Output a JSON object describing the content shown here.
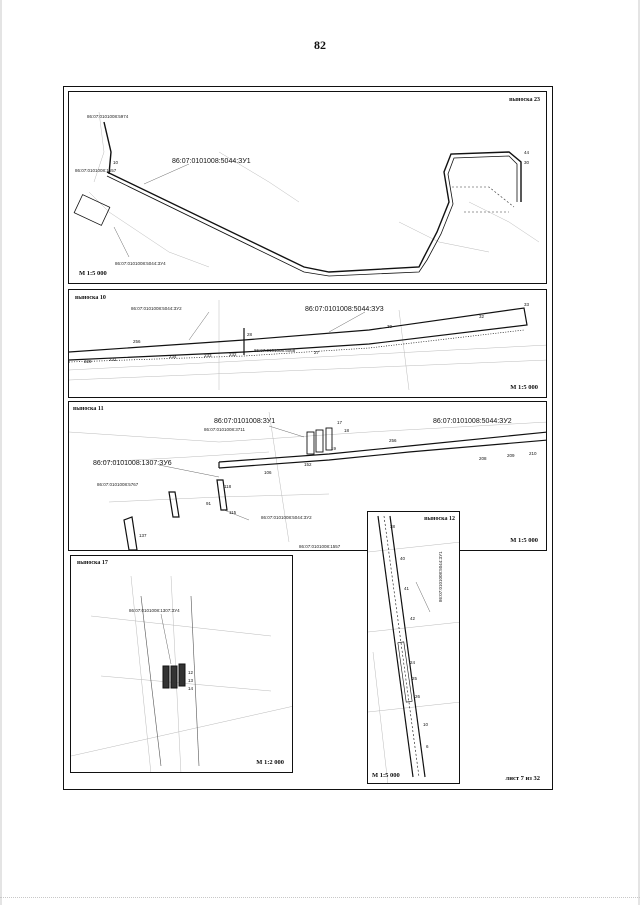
{
  "page": {
    "number": "82",
    "sheet_label": "лист 7 из 32"
  },
  "panels": {
    "p23": {
      "tag": "выноска 23",
      "scale": "М 1:5 000",
      "labels": {
        "main": "86:07:0101008:5044:ЗУ1",
        "bottom": "86:07:0101008:5044:ЗУ4",
        "top_small": "86:07:0101008:5974",
        "left_small": "86:07:0101008:1557"
      },
      "points": [
        "10",
        "44",
        "30"
      ]
    },
    "p10": {
      "tag": "выноска 10",
      "scale": "М 1:5 000",
      "labels": {
        "left": "86:07:0101008:5044:ЗУ2",
        "right": "86:07:0101008:5044:ЗУ3",
        "mid_small": "86:07:0101008:5068"
      },
      "points": [
        "33",
        "256",
        "28",
        "30",
        "32",
        "232",
        "233",
        "234",
        "231",
        "229",
        "27"
      ]
    },
    "p11": {
      "tag": "выноска 11",
      "scale": "М 1:5 000",
      "labels": {
        "top": "86:07:0101008:ЗУ1",
        "top_small": "86:07:0101008:3711",
        "top_right": "86:07:0101008:5044:ЗУ2",
        "left": "86:07:0101008:1307:ЗУ6",
        "left_small": "86:07:0101008:5767",
        "mid": "86:07:0101008:5044:ЗУ2",
        "bottom_small": "86:07:0101008:1557"
      },
      "points": [
        "115",
        "137",
        "118",
        "91",
        "256",
        "208",
        "209",
        "210",
        "17",
        "18",
        "19",
        "106",
        "152"
      ]
    },
    "p17": {
      "tag": "выноска 17",
      "scale": "М 1:2 000",
      "labels": {
        "main": "86:07:0101008:1307:ЗУ4"
      },
      "points": [
        "12",
        "13",
        "14"
      ]
    },
    "p12": {
      "tag": "выноска 12",
      "scale": "М 1:5 000",
      "labels": {
        "main": "86:07:0101008:5044:ЗУ1"
      },
      "points": [
        "38",
        "40",
        "41",
        "42",
        "24",
        "25",
        "26",
        "10",
        "6"
      ]
    }
  }
}
